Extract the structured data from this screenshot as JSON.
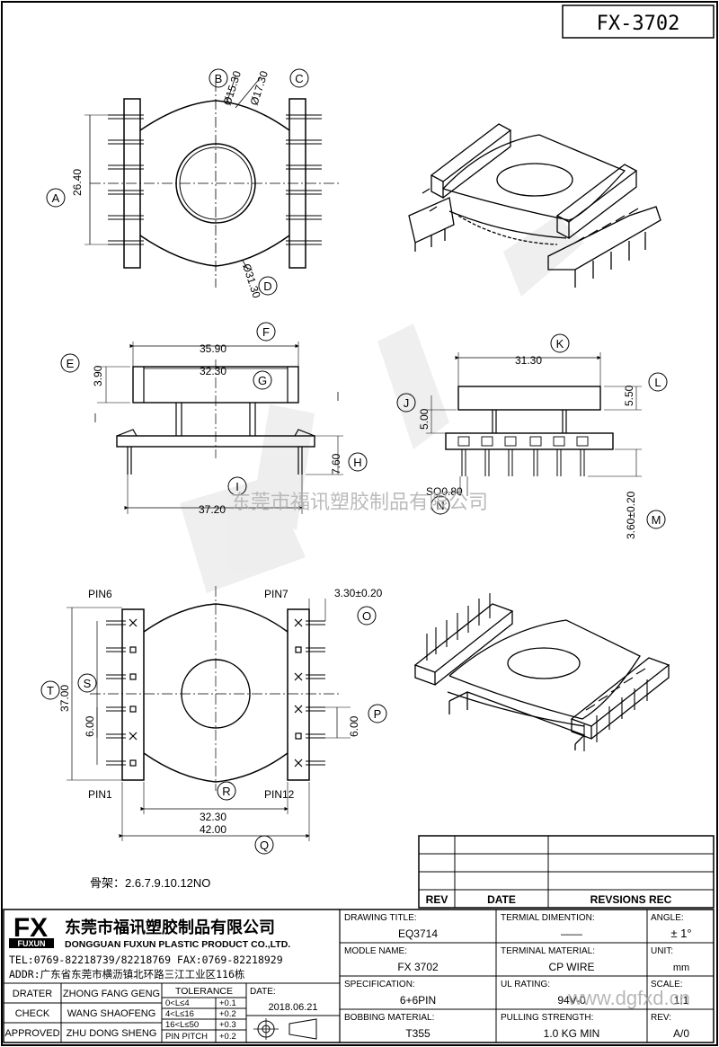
{
  "part_no": "FX-3702",
  "callouts": {
    "A": "A",
    "B": "B",
    "C": "C",
    "D": "D",
    "E": "E",
    "F": "F",
    "G": "G",
    "H": "H",
    "I": "I",
    "J": "J",
    "K": "K",
    "L": "L",
    "M": "M",
    "N": "N",
    "O": "O",
    "P": "P",
    "Q": "Q",
    "R": "R",
    "S": "S",
    "T": "T"
  },
  "dims": {
    "d1530": "Ø15.30",
    "d1730": "Ø17.30",
    "d3130": "Ø31.30",
    "h2640": "26.40",
    "w3590": "35.90",
    "w3230": "32.30",
    "h390": "3.90",
    "w3720": "37.20",
    "h760": "7.60",
    "w3130": "31.30",
    "h500": "5.00",
    "h550": "5.50",
    "sq080": "SQ0.80",
    "h360": "3.60±0.20",
    "pin330": "3.30±0.20",
    "h3700": "37.00",
    "h600a": "6.00",
    "h600b": "6.00",
    "w3230b": "32.30",
    "w4200": "42.00"
  },
  "pins": {
    "pin6": "PIN6",
    "pin7": "PIN7",
    "pin1": "PIN1",
    "pin12": "PIN12"
  },
  "watermark": "东莞市福讯塑胶制品有限公司",
  "note": "骨架：2.6.7.9.10.12NO",
  "rev_table": {
    "rev": "REV",
    "date": "DATE",
    "rec": "REVSIONS REC"
  },
  "company": {
    "logo": "FX",
    "logo_sub": "FUXUN",
    "name_cn": "东莞市福讯塑胶制品有限公司",
    "name_en": "DONGGUAN FUXUN PLASTIC PRODUCT CO.,LTD.",
    "tel": "TEL:0769-82218739/82218769 FAX:0769-82218929",
    "addr": "ADDR:广东省东莞市横沥镇北环路三江工业区116栋"
  },
  "people": {
    "drater_lbl": "DRATER",
    "drater": "ZHONG FANG GENG",
    "check_lbl": "CHECK",
    "check": "WANG SHAOFENG",
    "approved_lbl": "APPROVED",
    "approved": "ZHU DONG SHENG"
  },
  "tolerance": {
    "title": "TOLERANCE",
    "r1": "0<L≤4",
    "v1": "+0.1",
    "r2": "4<L≤16",
    "v2": "+0.2",
    "r3": "16<L≤50",
    "v3": "+0.3",
    "r4": "PIN PITCH",
    "v4": "+0.2"
  },
  "date_lbl": "DATE:",
  "date": "2018.06.21",
  "fields": {
    "drawing_title_lbl": "DRAWING TITLE:",
    "drawing_title": "EQ3714",
    "terminal_dim_lbl": "TERMIAL DIMENTION:",
    "terminal_dim": "——",
    "angle_lbl": "ANGLE:",
    "angle": "± 1°",
    "model_lbl": "MODLE NAME:",
    "model": "FX 3702",
    "terminal_mat_lbl": "TERMINAL MATERIAL:",
    "terminal_mat": "CP WIRE",
    "unit_lbl": "UNIT:",
    "unit": "mm",
    "spec_lbl": "SPECIFICATION:",
    "spec": "6+6PIN",
    "ul_lbl": "UL RATING:",
    "ul": "94V-0",
    "scale_lbl": "SCALE:",
    "scale": "1:1",
    "bobbin_lbl": "BOBBING MATERIAL:",
    "bobbin": "T355",
    "pull_lbl": "PULLING STRENGTH:",
    "pull": "1.0 KG MIN",
    "rev_lbl": "REV:",
    "rev": "A/0"
  },
  "site_watermark": "www.dgfxd.cn"
}
